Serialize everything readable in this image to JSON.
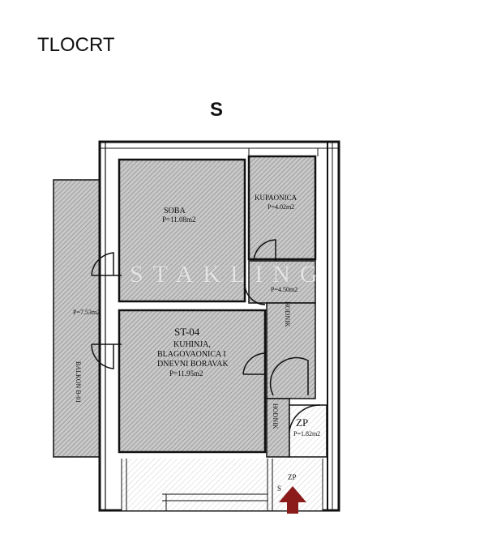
{
  "header": {
    "title": "TLOCRT",
    "compass": "S"
  },
  "plan": {
    "unit_id": "ST-04",
    "rooms": {
      "soba": {
        "name": "SOBA",
        "area": "P=11.08m2"
      },
      "kupaonica": {
        "name": "KUPAONICA",
        "area": "P=4.02m2"
      },
      "hodnik_upper": {
        "name": "HODNIK",
        "area": "P=4.50m2"
      },
      "kuhinja": {
        "name_line1": "KUHINJA,",
        "name_line2": "BLAGOVAONICA I",
        "name_line3": "DNEVNI BORAVAK",
        "area": "P=11.95m2"
      },
      "balkon": {
        "name": "BALKON B-01",
        "area": "P=7.53m2"
      },
      "hodnik_lower": {
        "name": "HODNIK"
      },
      "zp": {
        "name": "ZP",
        "area": "P=1.82m2"
      },
      "stair": {
        "label_a": "ZP",
        "label_b": "S"
      }
    },
    "watermark": "STAKLING",
    "colors": {
      "hatch": "#9a9a9a",
      "wall": "#111111",
      "arrow": "#8b1a1a"
    }
  }
}
